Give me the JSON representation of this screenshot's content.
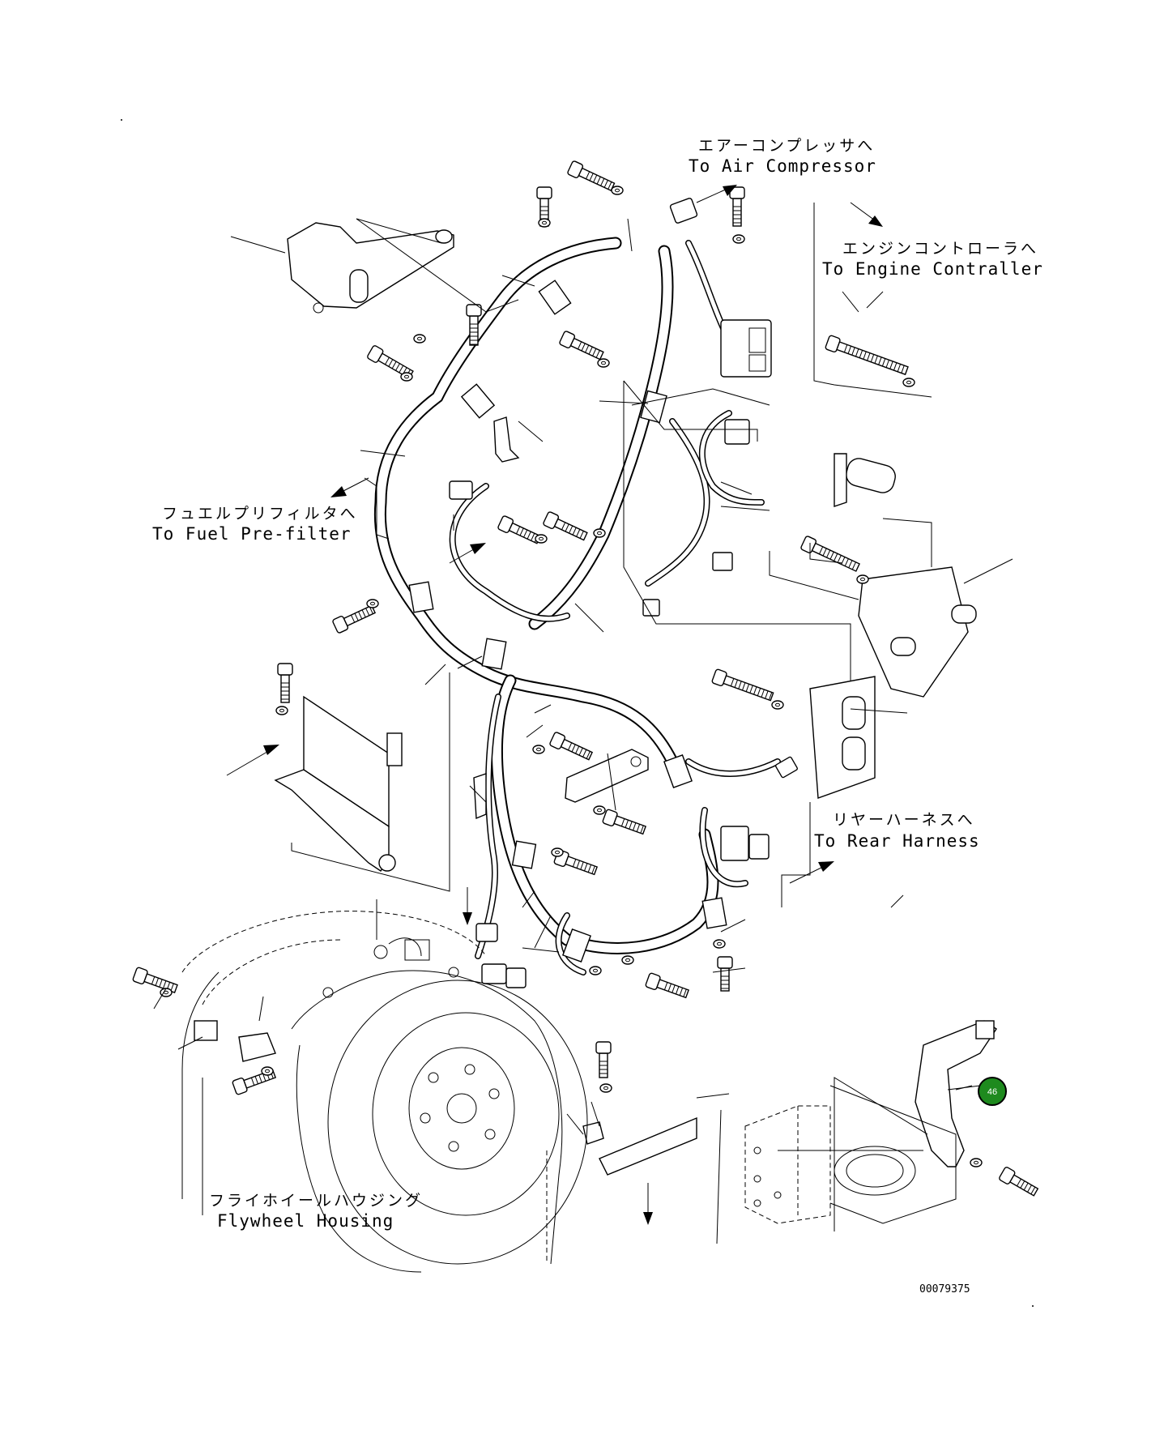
{
  "labels": {
    "air_compressor_jp": "エアーコンプレッサへ",
    "air_compressor_en": "To Air Compressor",
    "engine_controller_jp": "エンジンコントローラへ",
    "engine_controller_en": "To Engine Contraller",
    "fuel_prefilter_jp": "フュエルプリフィルタへ",
    "fuel_prefilter_en": "To Fuel Pre-filter",
    "rear_harness_jp": "リヤーハーネスへ",
    "rear_harness_en": "To Rear Harness",
    "flywheel_housing_jp": "フライホイールハウジング",
    "flywheel_housing_en": "Flywheel Housing"
  },
  "drawing_code": "00079375",
  "callout": {
    "number": "46",
    "color": "#1e8a1e"
  }
}
